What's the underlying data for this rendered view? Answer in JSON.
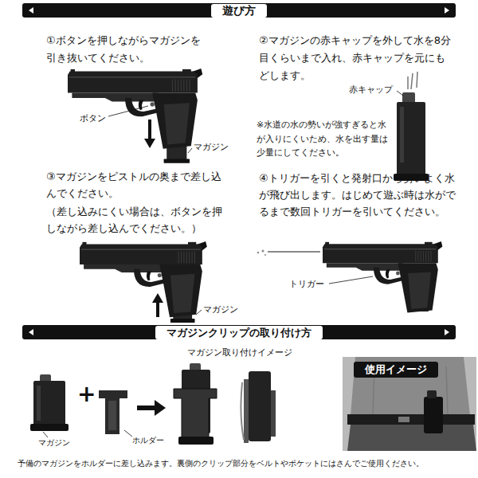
{
  "diagram": {
    "nodes": [
      {
        "text": [
          "遊び方"
        ]
      },
      {
        "text": [
          "マガジンクリップの取り付け方"
        ]
      },
      {
        "text": [
          "使用イメージ"
        ]
      }
    ],
    "labels": [
      "①ボタンを押しながらマガジンを引き抜いてください。",
      "ボタン",
      "マガジン",
      "②マガジンの赤キャップを外して水を8分目くらいまで入れ、赤キャップを元にもどします。",
      "赤キャップ",
      "※水道の水の勢いが強すぎると水が入りにくいため、水を出す量は少量にしてください。",
      "③マガジンをピストルの奥まで差し込んでください。",
      "（差し込みにくい場合は、ボタンを押しながら差し込んでください。）",
      "マガジン",
      "④トリガーを引くと発射口から勢いよく水が飛び出します。はじめて遊ぶ時は水がでるまで数回トリガーを引いてください。",
      "トリガー",
      "マガジン取り付けイメージ",
      "+",
      "マガジン",
      "ホルダー",
      "予備のマガジンをホルダーに差し込みます。裏側のクリップ部分をベルトやポケットにはさんでご使用ください。"
    ]
  }
}
